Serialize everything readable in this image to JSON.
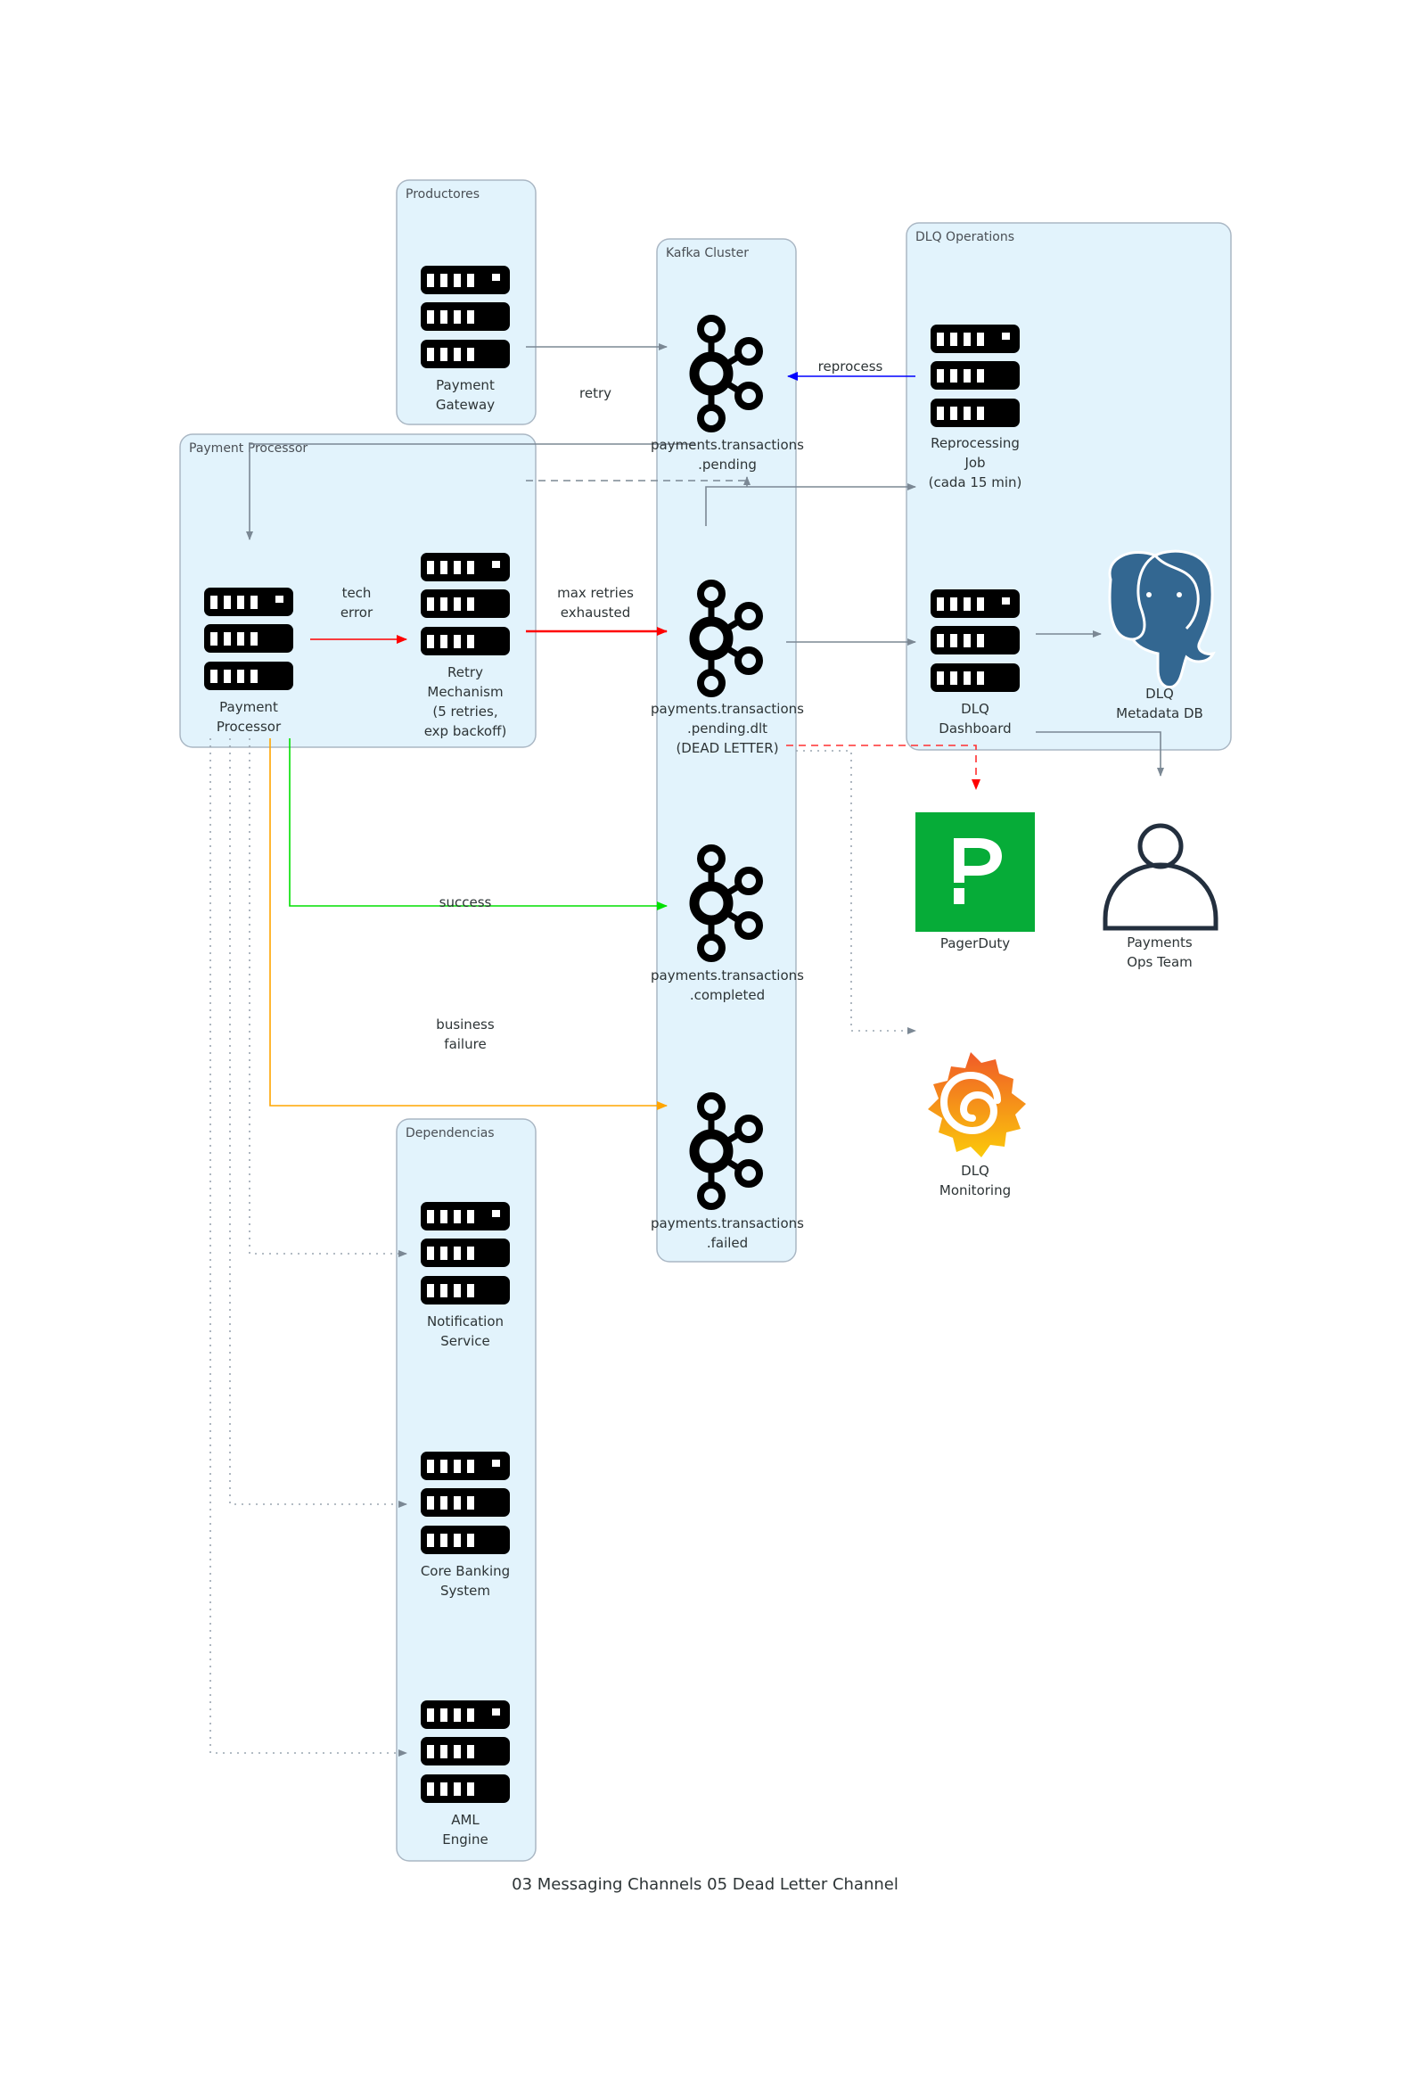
{
  "diagram": {
    "title": "03 Messaging Channels 05 Dead Letter Channel",
    "colors": {
      "cluster_fill": "#e2f3fc",
      "cluster_stroke": "#aab7c4",
      "edge_default": "#7b8894",
      "edge_error": "#ff0000",
      "edge_reprocess": "#0000ff",
      "edge_success": "#00e000",
      "edge_business_failure": "#ffa500",
      "pagerduty_green": "#06ac38",
      "postgres_blue": "#336791",
      "person_stroke": "#232f3e"
    },
    "clusters": {
      "productores": "Productores",
      "payment_processor": "Payment Processor",
      "kafka": "Kafka Cluster",
      "dlq_ops": "DLQ Operations",
      "dependencias": "Dependencias"
    },
    "nodes": {
      "payment_gateway": {
        "lines": [
          "Payment",
          "Gateway"
        ],
        "icon": "server-icon"
      },
      "payment_processor": {
        "lines": [
          "Payment",
          "Processor"
        ],
        "icon": "server-icon"
      },
      "retry_mechanism": {
        "lines": [
          "Retry",
          "Mechanism",
          "(5 retries,",
          "exp backoff)"
        ],
        "icon": "server-icon"
      },
      "topic_pending": {
        "lines": [
          "payments.transactions",
          ".pending"
        ],
        "icon": "kafka-icon"
      },
      "topic_dlt": {
        "lines": [
          "payments.transactions",
          ".pending.dlt",
          "(DEAD LETTER)"
        ],
        "icon": "kafka-icon"
      },
      "topic_completed": {
        "lines": [
          "payments.transactions",
          ".completed"
        ],
        "icon": "kafka-icon"
      },
      "topic_failed": {
        "lines": [
          "payments.transactions",
          ".failed"
        ],
        "icon": "kafka-icon"
      },
      "reprocessing_job": {
        "lines": [
          "Reprocessing",
          "Job",
          "(cada 15 min)"
        ],
        "icon": "server-icon"
      },
      "dlq_dashboard": {
        "lines": [
          "DLQ",
          "Dashboard"
        ],
        "icon": "server-icon"
      },
      "dlq_metadata_db": {
        "lines": [
          "DLQ",
          "Metadata DB"
        ],
        "icon": "postgresql-icon"
      },
      "pagerduty": {
        "lines": [
          "PagerDuty"
        ],
        "icon": "pagerduty-icon"
      },
      "ops_team": {
        "lines": [
          "Payments",
          "Ops Team"
        ],
        "icon": "user-icon"
      },
      "dlq_monitoring": {
        "lines": [
          "DLQ",
          "Monitoring"
        ],
        "icon": "grafana-icon"
      },
      "notification_service": {
        "lines": [
          "Notification",
          "Service"
        ],
        "icon": "server-icon"
      },
      "core_banking": {
        "lines": [
          "Core Banking",
          "System"
        ],
        "icon": "server-icon"
      },
      "aml_engine": {
        "lines": [
          "AML",
          "Engine"
        ],
        "icon": "server-icon"
      }
    },
    "edges": {
      "retry": [
        "retry"
      ],
      "reprocess": [
        "reprocess"
      ],
      "tech_error": [
        "tech",
        "error"
      ],
      "max_retries": [
        "max retries",
        "exhausted"
      ],
      "success": [
        "success"
      ],
      "business_failure": [
        "business",
        "failure"
      ]
    }
  }
}
